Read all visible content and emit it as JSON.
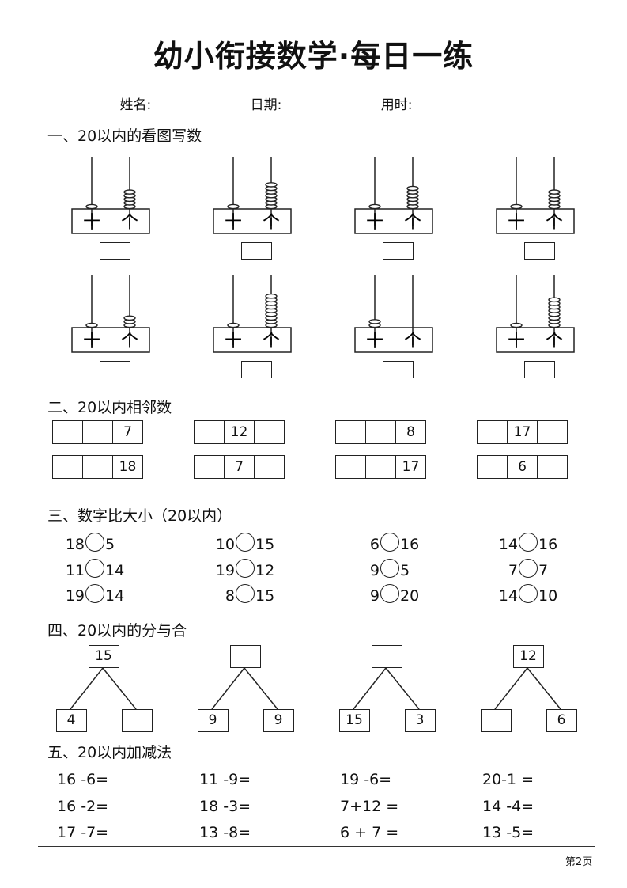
{
  "title": "幼小衔接数学·每日一练",
  "info": {
    "name_label": "姓名:",
    "date_label": "日期:",
    "time_label": "用时:"
  },
  "sections": {
    "s1": "一、20以内的看图写数",
    "s2": "二、20以内相邻数",
    "s3": "三、数字比大小（20以内）",
    "s4": "四、20以内的分与合",
    "s5": "五、20以内加减法"
  },
  "abacus_place_labels": {
    "tens": "十",
    "ones": "个"
  },
  "abacus": [
    {
      "tens": 1,
      "ones": 5
    },
    {
      "tens": 1,
      "ones": 7
    },
    {
      "tens": 1,
      "ones": 6
    },
    {
      "tens": 1,
      "ones": 5
    },
    {
      "tens": 1,
      "ones": 3
    },
    {
      "tens": 1,
      "ones": 9
    },
    {
      "tens": 2,
      "ones": 0
    },
    {
      "tens": 1,
      "ones": 8
    }
  ],
  "neighbors": [
    [
      "",
      "",
      "7"
    ],
    [
      "",
      "12",
      ""
    ],
    [
      "",
      "",
      "8"
    ],
    [
      "",
      "17",
      ""
    ],
    [
      "",
      "",
      "18"
    ],
    [
      "",
      "7",
      ""
    ],
    [
      "",
      "",
      "17"
    ],
    [
      "",
      "6",
      ""
    ]
  ],
  "compare": [
    {
      "a": "18",
      "b": "5"
    },
    {
      "a": "10",
      "b": "15"
    },
    {
      "a": "6",
      "b": "16"
    },
    {
      "a": "14",
      "b": "16"
    },
    {
      "a": "11",
      "b": "14"
    },
    {
      "a": "19",
      "b": "12"
    },
    {
      "a": "9",
      "b": "5"
    },
    {
      "a": "7",
      "b": "7"
    },
    {
      "a": "19",
      "b": "14"
    },
    {
      "a": "8",
      "b": "15"
    },
    {
      "a": "9",
      "b": "20"
    },
    {
      "a": "14",
      "b": "10"
    }
  ],
  "split": [
    {
      "top": "15",
      "left": "4",
      "right": ""
    },
    {
      "top": "",
      "left": "9",
      "right": "9"
    },
    {
      "top": "",
      "left": "15",
      "right": "3"
    },
    {
      "top": "12",
      "left": "",
      "right": "6"
    }
  ],
  "calc": [
    "16 -6=",
    "11 -9=",
    "19 -6=",
    "20-1 =",
    "16 -2=",
    "18 -3=",
    "7+12 =",
    "14 -4=",
    "17 -7=",
    "13 -8=",
    "6 + 7 =",
    "13 -5="
  ],
  "page_number": "第2页"
}
